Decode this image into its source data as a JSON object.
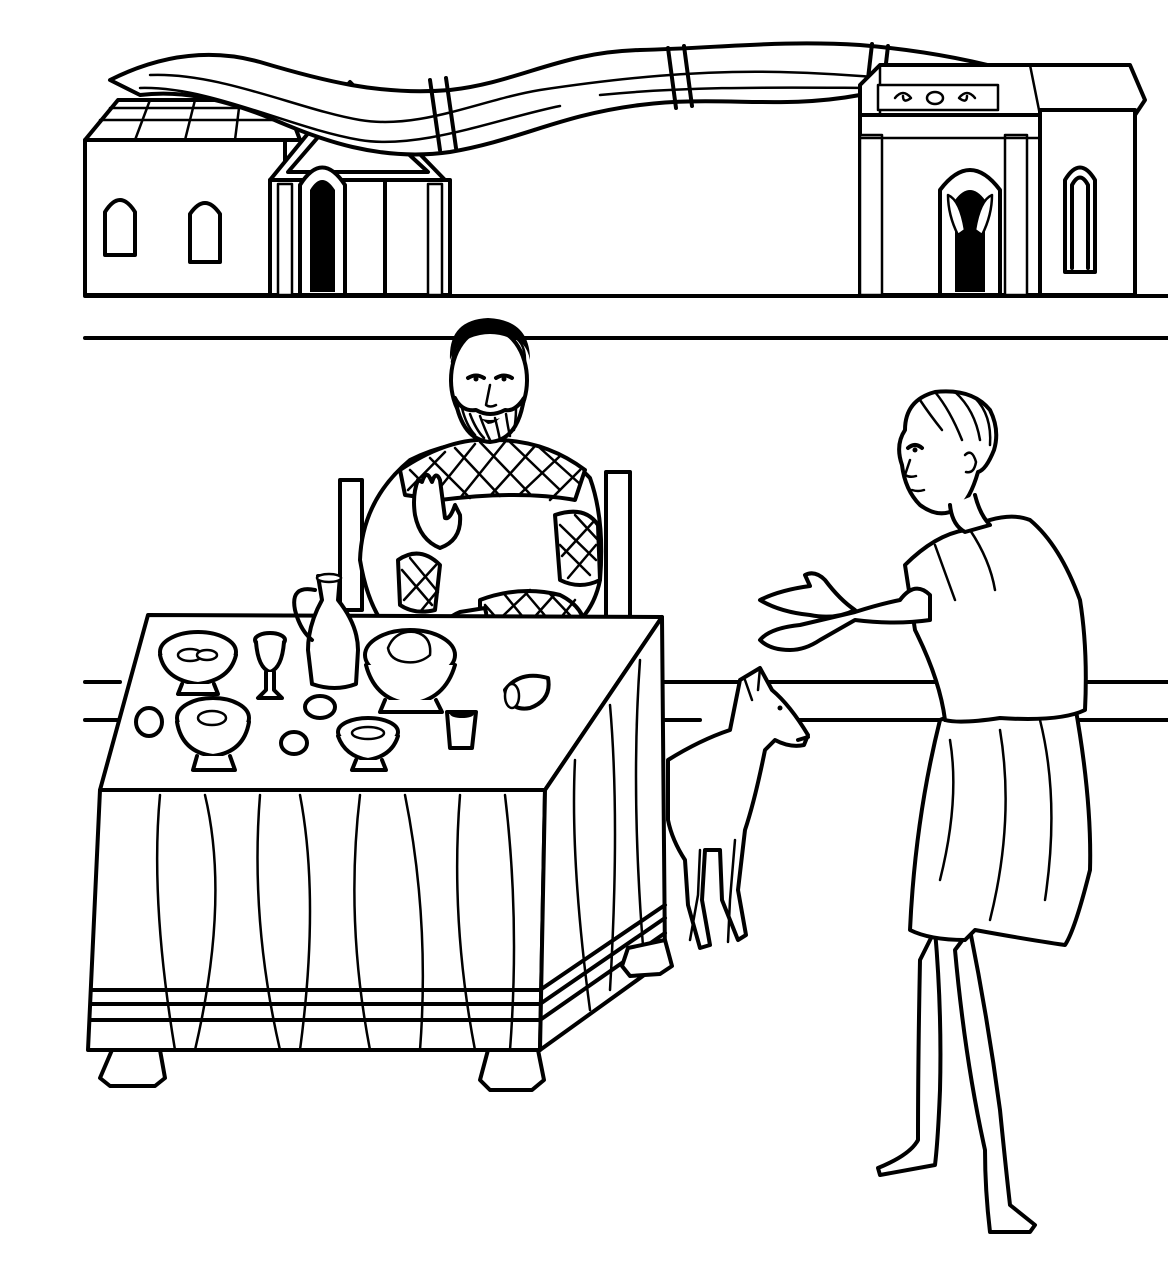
{
  "canvas": {
    "background": "#ffffff",
    "ink": "#000000"
  },
  "figures": [
    {
      "name": "man-at-table",
      "icon": "seated-bearded-man"
    },
    {
      "name": "boy",
      "icon": "standing-boy-outstretched-hands"
    },
    {
      "name": "dog",
      "icon": "dog"
    }
  ],
  "scenery": [
    "left-house",
    "right-house",
    "cloth-awning",
    "wall-lines",
    "table-with-food"
  ]
}
